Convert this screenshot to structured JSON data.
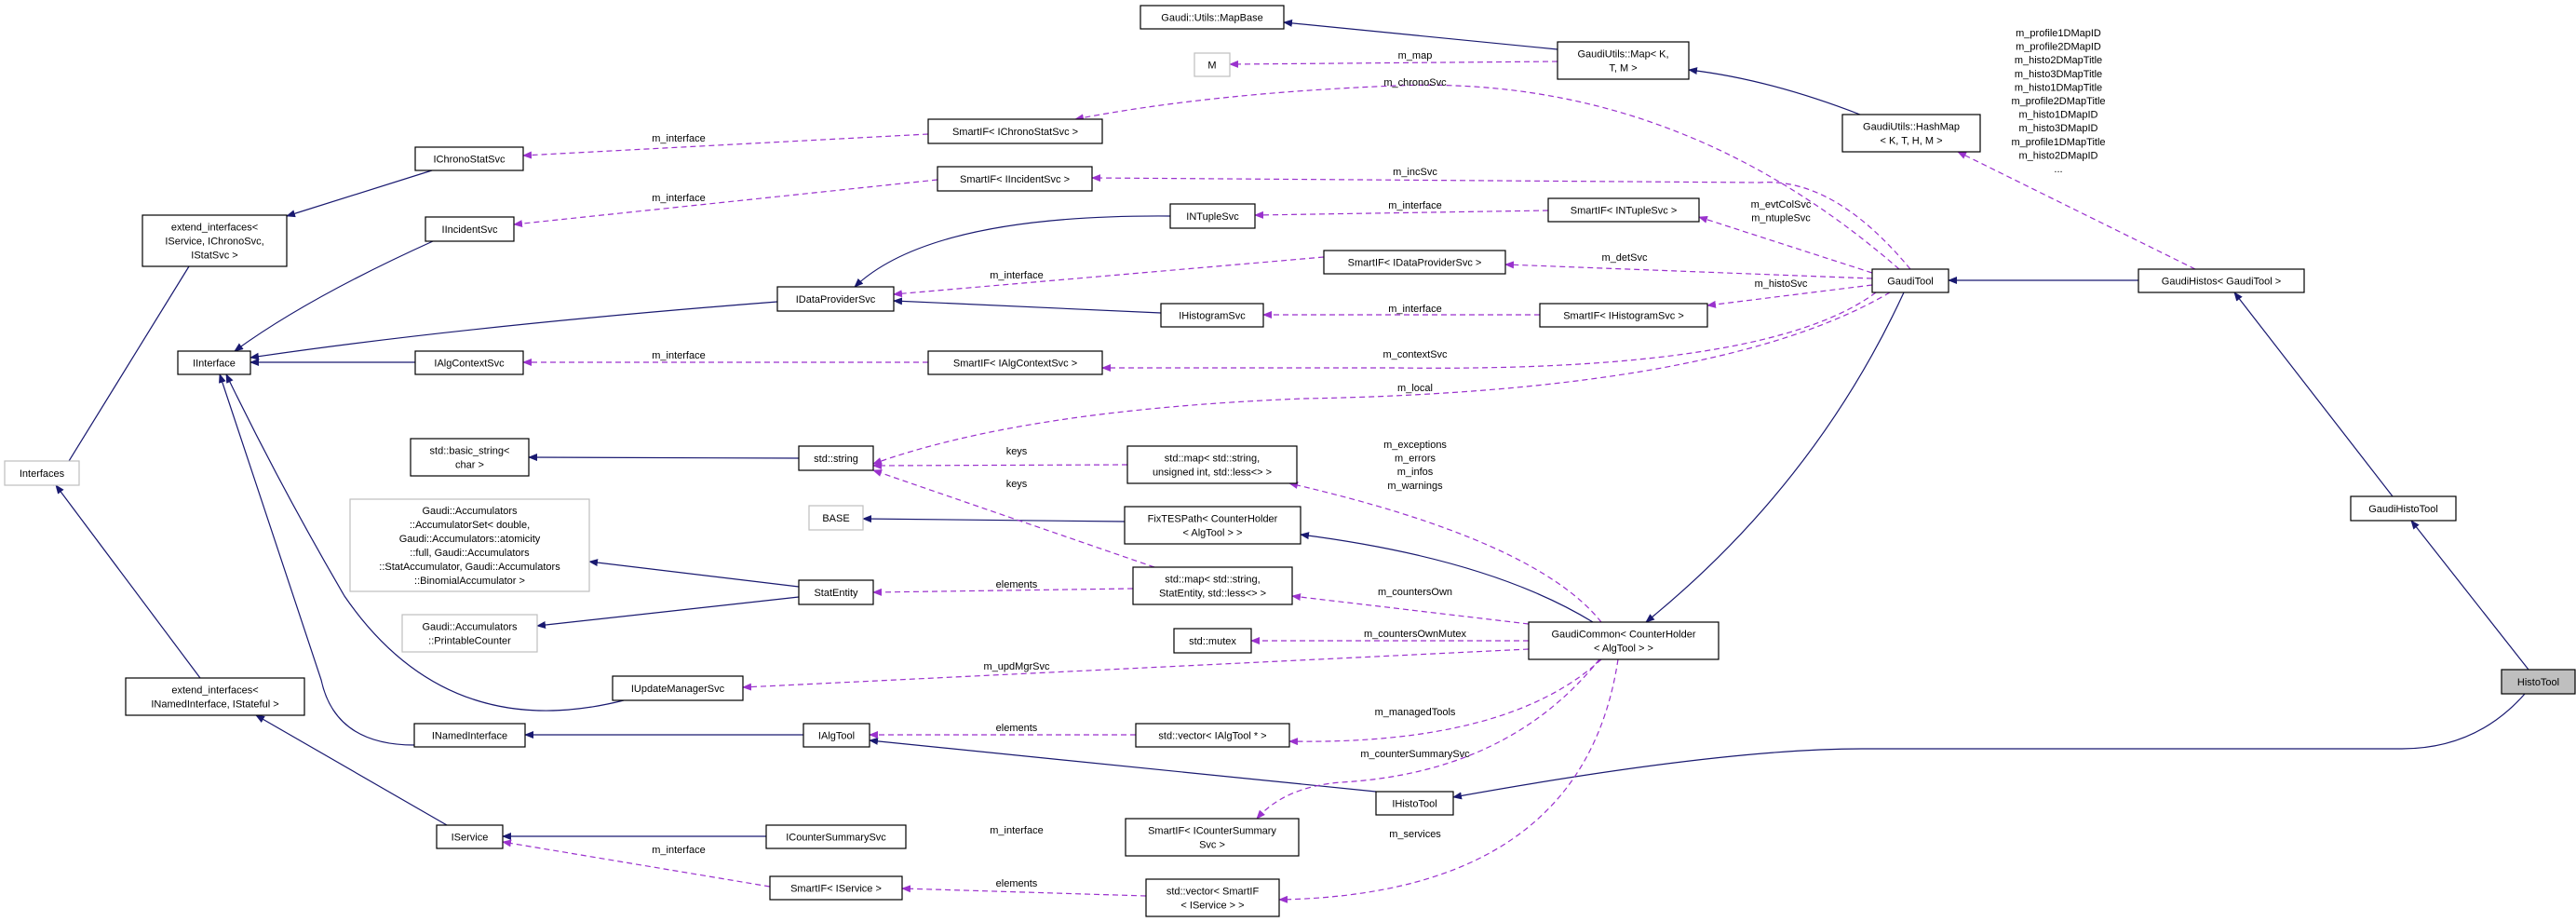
{
  "colors": {
    "inheritance": "#191970",
    "usage": "#9a32cd",
    "focus_fill": "#bfbfbf",
    "external_border": "#bfbfbf"
  },
  "nodes": [
    {
      "id": "mapbase",
      "label": [
        "Gaudi::Utils::MapBase"
      ]
    },
    {
      "id": "M",
      "label": [
        "M"
      ],
      "style": "gray"
    },
    {
      "id": "gumap",
      "label": [
        "GaudiUtils::Map< K,",
        "T, M >"
      ]
    },
    {
      "id": "hashmap",
      "label": [
        "GaudiUtils::HashMap",
        "< K, T, H, M >"
      ]
    },
    {
      "id": "sichrono",
      "label": [
        "SmartIF< IChronoStatSvc >"
      ]
    },
    {
      "id": "ichrono",
      "label": [
        "IChronoStatSvc"
      ]
    },
    {
      "id": "extsvc",
      "label": [
        "extend_interfaces<",
        "IService, IChronoSvc,",
        "IStatSvc >"
      ]
    },
    {
      "id": "iincident",
      "label": [
        "IIncidentSvc"
      ]
    },
    {
      "id": "siincident",
      "label": [
        "SmartIF< IIncidentSvc >"
      ]
    },
    {
      "id": "intuple",
      "label": [
        "INTupleSvc"
      ]
    },
    {
      "id": "sintuple",
      "label": [
        "SmartIF< INTupleSvc >"
      ]
    },
    {
      "id": "sidp",
      "label": [
        "SmartIF< IDataProviderSvc >"
      ]
    },
    {
      "id": "idp",
      "label": [
        "IDataProviderSvc"
      ]
    },
    {
      "id": "ihist",
      "label": [
        "IHistogramSvc"
      ]
    },
    {
      "id": "sihist",
      "label": [
        "SmartIF< IHistogramSvc >"
      ]
    },
    {
      "id": "gauditool",
      "label": [
        "GaudiTool"
      ]
    },
    {
      "id": "gaudihistos",
      "label": [
        "GaudiHistos< GaudiTool >"
      ]
    },
    {
      "id": "iinterface",
      "label": [
        "IInterface"
      ]
    },
    {
      "id": "ialgctx",
      "label": [
        "IAlgContextSvc"
      ]
    },
    {
      "id": "sialgctx",
      "label": [
        "SmartIF< IAlgContextSvc >"
      ]
    },
    {
      "id": "basicstr",
      "label": [
        "std::basic_string<",
        "char >"
      ]
    },
    {
      "id": "stdstring",
      "label": [
        "std::string"
      ]
    },
    {
      "id": "mapuint",
      "label": [
        "std::map< std::string,",
        "unsigned int, std::less<> >"
      ]
    },
    {
      "id": "interfaces",
      "label": [
        "Interfaces"
      ],
      "style": "gray"
    },
    {
      "id": "accset",
      "label": [
        "Gaudi::Accumulators",
        "::AccumulatorSet< double,",
        "Gaudi::Accumulators::atomicity",
        "::full, Gaudi::Accumulators",
        "::StatAccumulator, Gaudi::Accumulators",
        "::BinomialAccumulator >"
      ],
      "style": "gray"
    },
    {
      "id": "base",
      "label": [
        "BASE"
      ],
      "style": "gray"
    },
    {
      "id": "fixtes",
      "label": [
        "FixTESPath< CounterHolder",
        "< AlgTool > >"
      ]
    },
    {
      "id": "gaudihistotool",
      "label": [
        "GaudiHistoTool"
      ]
    },
    {
      "id": "mapstat",
      "label": [
        "std::map< std::string,",
        "StatEntity, std::less<> >"
      ]
    },
    {
      "id": "statentity",
      "label": [
        "StatEntity"
      ]
    },
    {
      "id": "printable",
      "label": [
        "Gaudi::Accumulators",
        "::PrintableCounter"
      ],
      "style": "gray"
    },
    {
      "id": "mutex",
      "label": [
        "std::mutex"
      ]
    },
    {
      "id": "gaudicommon",
      "label": [
        "GaudiCommon< CounterHolder",
        "< AlgTool > >"
      ]
    },
    {
      "id": "histotool",
      "label": [
        "HistoTool"
      ],
      "style": "focus"
    },
    {
      "id": "iupdmgr",
      "label": [
        "IUpdateManagerSvc"
      ]
    },
    {
      "id": "extnamed",
      "label": [
        "extend_interfaces<",
        "INamedInterface, IStateful >"
      ]
    },
    {
      "id": "inamed",
      "label": [
        "INamedInterface"
      ]
    },
    {
      "id": "ialgtool",
      "label": [
        "IAlgTool"
      ]
    },
    {
      "id": "vecalgtool",
      "label": [
        "std::vector< IAlgTool * >"
      ]
    },
    {
      "id": "ihistotool",
      "label": [
        "IHistoTool"
      ]
    },
    {
      "id": "iservice",
      "label": [
        "IService"
      ]
    },
    {
      "id": "icounter",
      "label": [
        "ICounterSummarySvc"
      ]
    },
    {
      "id": "sicounter",
      "label": [
        "SmartIF< ICounterSummary",
        "Svc >"
      ]
    },
    {
      "id": "sisvc",
      "label": [
        "SmartIF< IService >"
      ]
    },
    {
      "id": "vecsisvc",
      "label": [
        "std::vector< SmartIF",
        "< IService > >"
      ]
    }
  ],
  "edges": [
    {
      "from": "ichrono",
      "to": "extsvc",
      "kind": "inheritance"
    },
    {
      "from": "extsvc",
      "to": "interfaces",
      "kind": "inheritance"
    },
    {
      "from": "iincident",
      "to": "iinterface",
      "kind": "inheritance"
    },
    {
      "from": "idp",
      "to": "iinterface",
      "kind": "inheritance"
    },
    {
      "from": "ialgctx",
      "to": "iinterface",
      "kind": "inheritance"
    },
    {
      "from": "inamed",
      "to": "iinterface",
      "kind": "inheritance"
    },
    {
      "from": "iupdmgr",
      "to": "iinterface",
      "kind": "inheritance"
    },
    {
      "from": "intuple",
      "to": "idp",
      "kind": "inheritance"
    },
    {
      "from": "ihist",
      "to": "idp",
      "kind": "inheritance"
    },
    {
      "from": "stdstring",
      "to": "basicstr",
      "kind": "inheritance"
    },
    {
      "from": "statentity",
      "to": "accset",
      "kind": "inheritance"
    },
    {
      "from": "statentity",
      "to": "printable",
      "kind": "inheritance"
    },
    {
      "from": "extnamed",
      "to": "interfaces",
      "kind": "inheritance"
    },
    {
      "from": "iservice",
      "to": "extnamed",
      "kind": "inheritance"
    },
    {
      "from": "icounter",
      "to": "iservice",
      "kind": "inheritance"
    },
    {
      "from": "ialgtool",
      "to": "inamed",
      "kind": "inheritance"
    },
    {
      "from": "ihistotool",
      "to": "ialgtool",
      "kind": "inheritance"
    },
    {
      "from": "fixtes",
      "to": "base",
      "kind": "inheritance"
    },
    {
      "from": "gaudicommon",
      "to": "fixtes",
      "kind": "inheritance"
    },
    {
      "from": "gauditool",
      "to": "gaudicommon",
      "kind": "inheritance"
    },
    {
      "from": "gaudihistos",
      "to": "gauditool",
      "kind": "inheritance"
    },
    {
      "from": "gaudihistotool",
      "to": "gaudihistos",
      "kind": "inheritance"
    },
    {
      "from": "histotool",
      "to": "gaudihistotool",
      "kind": "inheritance"
    },
    {
      "from": "histotool",
      "to": "ihistotool",
      "kind": "inheritance"
    },
    {
      "from": "gumap",
      "to": "mapbase",
      "kind": "inheritance"
    },
    {
      "from": "hashmap",
      "to": "gumap",
      "kind": "inheritance"
    },
    {
      "from": "sichrono",
      "to": "ichrono",
      "kind": "usage",
      "label": [
        "m_interface"
      ]
    },
    {
      "from": "siincident",
      "to": "iincident",
      "kind": "usage",
      "label": [
        "m_interface"
      ]
    },
    {
      "from": "sialgctx",
      "to": "ialgctx",
      "kind": "usage",
      "label": [
        "m_interface"
      ]
    },
    {
      "from": "sintuple",
      "to": "intuple",
      "kind": "usage",
      "label": [
        "m_interface"
      ]
    },
    {
      "from": "sidp",
      "to": "idp",
      "kind": "usage",
      "label": [
        "m_interface"
      ]
    },
    {
      "from": "sihist",
      "to": "ihist",
      "kind": "usage",
      "label": [
        "m_interface"
      ]
    },
    {
      "from": "gumap",
      "to": "M",
      "kind": "usage",
      "label": [
        "m_map"
      ]
    },
    {
      "from": "gauditool",
      "to": "sichrono",
      "kind": "usage",
      "label": [
        "m_chronoSvc"
      ]
    },
    {
      "from": "gauditool",
      "to": "siincident",
      "kind": "usage",
      "label": [
        "m_incSvc"
      ]
    },
    {
      "from": "gauditool",
      "to": "sintuple",
      "kind": "usage",
      "label": [
        "m_evtColSvc",
        "m_ntupleSvc"
      ]
    },
    {
      "from": "gauditool",
      "to": "sidp",
      "kind": "usage",
      "label": [
        "m_detSvc"
      ]
    },
    {
      "from": "gauditool",
      "to": "sihist",
      "kind": "usage",
      "label": [
        "m_histoSvc"
      ]
    },
    {
      "from": "gauditool",
      "to": "sialgctx",
      "kind": "usage",
      "label": [
        "m_contextSvc"
      ]
    },
    {
      "from": "gauditool",
      "to": "stdstring",
      "kind": "usage",
      "label": [
        "m_local"
      ]
    },
    {
      "from": "gaudihistos",
      "to": "hashmap",
      "kind": "usage",
      "label": [
        "m_profile1DMapID",
        "m_profile2DMapID",
        "m_histo2DMapTitle",
        "m_histo3DMapTitle",
        "m_histo1DMapTitle",
        "m_profile2DMapTitle",
        "m_histo1DMapID",
        "m_histo3DMapID",
        "m_profile1DMapTitle",
        "m_histo2DMapID",
        "..."
      ]
    },
    {
      "from": "mapuint",
      "to": "stdstring",
      "kind": "usage",
      "label": [
        "keys"
      ]
    },
    {
      "from": "mapstat",
      "to": "stdstring",
      "kind": "usage",
      "label": [
        "keys"
      ]
    },
    {
      "from": "mapstat",
      "to": "statentity",
      "kind": "usage",
      "label": [
        "elements"
      ]
    },
    {
      "from": "gaudicommon",
      "to": "mapuint",
      "kind": "usage",
      "label": [
        "m_exceptions",
        "m_errors",
        "m_infos",
        "m_warnings"
      ]
    },
    {
      "from": "gaudicommon",
      "to": "mapstat",
      "kind": "usage",
      "label": [
        "m_countersOwn"
      ]
    },
    {
      "from": "gaudicommon",
      "to": "mutex",
      "kind": "usage",
      "label": [
        "m_countersOwnMutex"
      ]
    },
    {
      "from": "gaudicommon",
      "to": "iupdmgr",
      "kind": "usage",
      "label": [
        "m_updMgrSvc"
      ]
    },
    {
      "from": "gaudicommon",
      "to": "vecalgtool",
      "kind": "usage",
      "label": [
        "m_managedTools"
      ]
    },
    {
      "from": "vecalgtool",
      "to": "ialgtool",
      "kind": "usage",
      "label": [
        "elements"
      ]
    },
    {
      "from": "gaudicommon",
      "to": "sicounter",
      "kind": "usage",
      "label": [
        "m_counterSummarySvc"
      ]
    },
    {
      "from": "sicounter",
      "to": "icounter",
      "kind": "usage",
      "label": [
        "m_interface"
      ]
    },
    {
      "from": "gaudicommon",
      "to": "vecsisvc",
      "kind": "usage",
      "label": [
        "m_services"
      ]
    },
    {
      "from": "vecsisvc",
      "to": "sisvc",
      "kind": "usage",
      "label": [
        "elements"
      ]
    },
    {
      "from": "sisvc",
      "to": "iservice",
      "kind": "usage",
      "label": [
        "m_interface"
      ]
    }
  ]
}
